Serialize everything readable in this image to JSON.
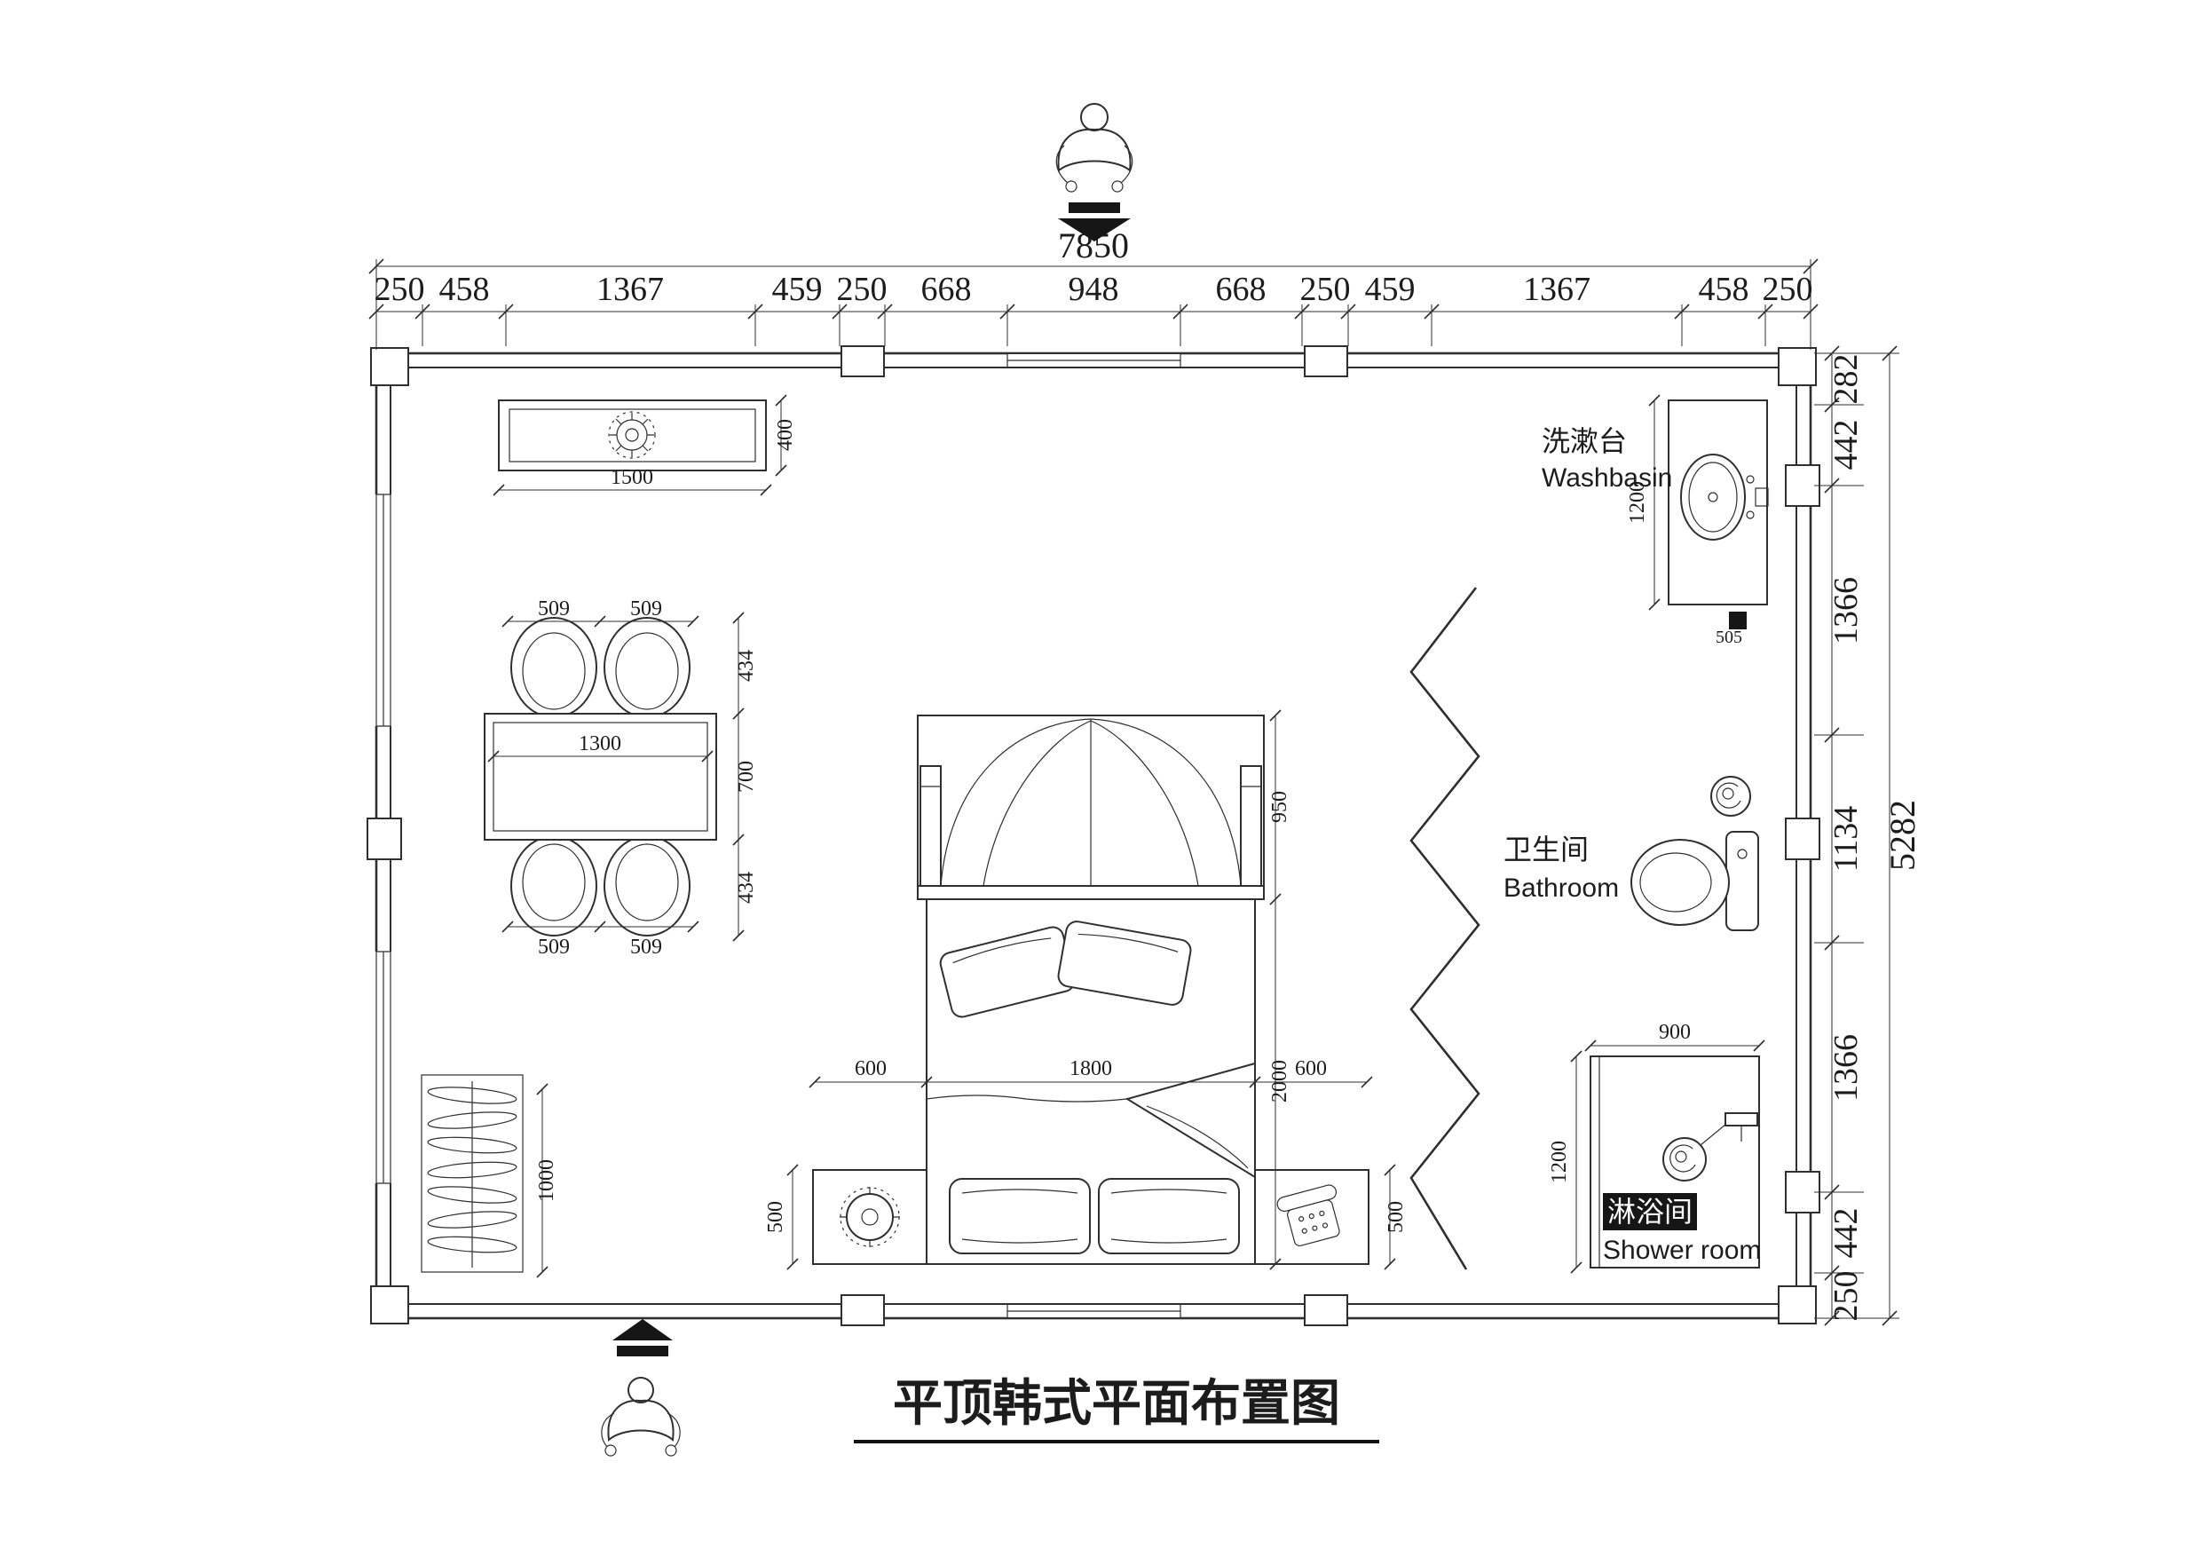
{
  "title": "平顶韩式平面布置图",
  "colors": {
    "line": "#2f2f2f",
    "text": "#111111",
    "arrow": "#111111",
    "highlight_bg": "#202020",
    "highlight_text": "#ffffff"
  },
  "dims": {
    "top_total": "7850",
    "top_segments": [
      "250",
      "458",
      "1367",
      "459",
      "250",
      "668",
      "948",
      "668",
      "250",
      "459",
      "1367",
      "458",
      "250"
    ],
    "right_total": "5282",
    "right_segments": [
      "282",
      "442",
      "1366",
      "1134",
      "1366",
      "442",
      "250"
    ]
  },
  "labels": {
    "washbasin": {
      "zh": "洗漱台",
      "en": "Washbasin"
    },
    "bathroom": {
      "zh": "卫生间",
      "en": "Bathroom"
    },
    "shower": {
      "zh": "淋浴间",
      "en": "Shower room"
    }
  },
  "furniture": {
    "light_width": "1500",
    "light_depth": "400",
    "table_length": "1300",
    "chair_top_w_1": "509",
    "chair_top_w_2": "509",
    "chair_bottom_w_1": "509",
    "chair_bottom_w_2": "509",
    "chair_depth_top": "434",
    "table_depth": "700",
    "chair_depth_bottom": "434",
    "bed_canopy": "950",
    "bed_length": "2000",
    "bed_side_left": "600",
    "bed_width": "1800",
    "bed_side_right": "600",
    "nightstand_left": "500",
    "nightstand_right": "500",
    "rack_length": "1000",
    "basin_counter_depth": "1200",
    "basin_counter_width": "505",
    "shower_width": "900",
    "shower_depth": "1200"
  }
}
